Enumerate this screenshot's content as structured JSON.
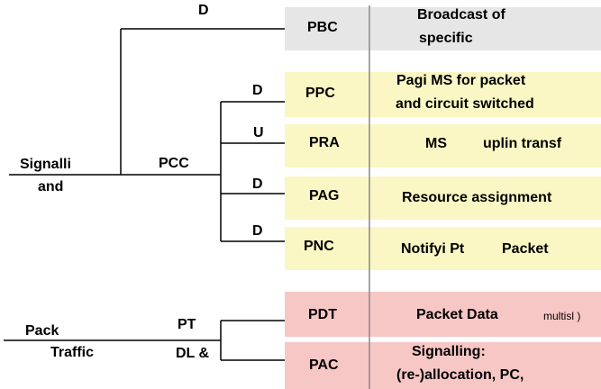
{
  "colors": {
    "broadcast": "#e6e6e6",
    "control": "#fbf7c5",
    "traffic": "#f7c7c5",
    "line": "#000000",
    "divider": "#888888"
  },
  "root": {
    "signalling_line1": "Signalli",
    "signalling_line2": "and",
    "packet_line1": "Pack",
    "packet_line2": "Traffic"
  },
  "branches": {
    "bcch_dir": "D",
    "pcc": "PCC",
    "ppc_dir": "D",
    "pra_dir": "U",
    "pag_dir": "D",
    "pnc_dir": "D",
    "pt": "PT",
    "dl": "DL &"
  },
  "channels": [
    {
      "name": "PBC",
      "desc1": "Broadcast of",
      "desc2": "specific"
    },
    {
      "name": "PPC",
      "desc1": "Pagi MS  for packet",
      "desc2": "and circuit switched"
    },
    {
      "name": "PRA",
      "desc1": "MS",
      "desc2": "uplin transf"
    },
    {
      "name": "PAG",
      "desc1": "Resource assignment"
    },
    {
      "name": "PNC",
      "desc1": "Notifyi Pt",
      "desc2": "Packet"
    },
    {
      "name": "PDT",
      "desc1": "Packet Data",
      "desc2": "multisl )"
    },
    {
      "name": "PAC",
      "desc1": "Signalling:",
      "desc2": "(re-)allocation, PC,"
    }
  ]
}
